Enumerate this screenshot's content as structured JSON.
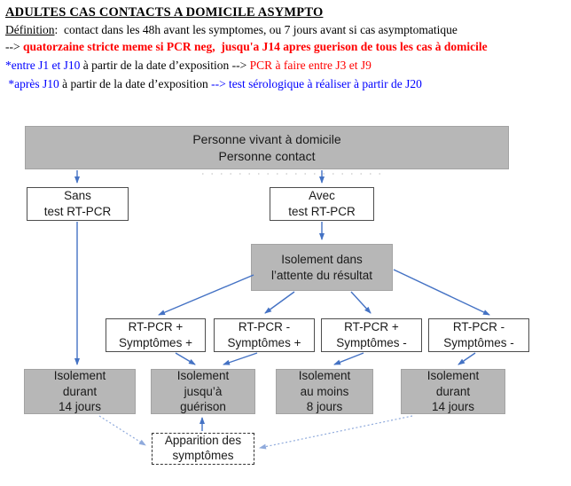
{
  "header": {
    "title": "ADULTES CAS CONTACTS A DOMICILE ASYMPTO",
    "definition": {
      "label": "Définition",
      "rest": ":  contact dans les 48h avant les symptomes, ou 7 jours avant si cas asymptomatique"
    },
    "rule": {
      "arrow": "--> ",
      "text": "quatorzaine stricte meme si PCR neg,  jusqu'a J14 apres guerison de tous les cas à domicile"
    },
    "note1": {
      "blue": "*entre J1 et J10",
      "black": " à partir de la date d’exposition --> ",
      "red": "PCR à faire entre J3 et J9"
    },
    "note2": {
      "blue_start": " *après J10",
      "black": " à partir de la date d’exposition ",
      "blue_end": "--> test sérologique à réaliser à partir de J20"
    }
  },
  "flowchart": {
    "person_box": {
      "line1": "Personne vivant à domicile",
      "line2": "Personne contact"
    },
    "sans_box": {
      "line1": "Sans",
      "line2": "test RT-PCR"
    },
    "avec_box": {
      "line1": "Avec",
      "line2": "test RT-PCR"
    },
    "isolement_attente_box": {
      "line1": "Isolement dans",
      "line2": "l’attente du résultat"
    },
    "result_boxes": [
      {
        "line1": "RT-PCR +",
        "line2": "Symptômes +"
      },
      {
        "line1": "RT-PCR -",
        "line2": "Symptômes +"
      },
      {
        "line1": "RT-PCR +",
        "line2": "Symptômes -"
      },
      {
        "line1": "RT-PCR -",
        "line2": "Symptômes -"
      }
    ],
    "outcome_boxes": [
      {
        "line1": "Isolement",
        "line2": "durant",
        "line3": "14 jours"
      },
      {
        "line1": "Isolement",
        "line2": "jusqu’à",
        "line3": "guérison"
      },
      {
        "line1": "Isolement",
        "line2": "au moins",
        "line3": "8 jours"
      },
      {
        "line1": "Isolement",
        "line2": "durant",
        "line3": "14 jours"
      }
    ],
    "symptoms_box": {
      "line1": "Apparition des",
      "line2": "symptômes"
    }
  },
  "colors": {
    "text_red": "#ff0000",
    "text_blue": "#0000ff",
    "arrow_blue": "#4472c4",
    "arrow_blue_light": "#8faadc",
    "box_gray": "#b7b7b7",
    "box_border_dark": "#4d4d4d"
  }
}
